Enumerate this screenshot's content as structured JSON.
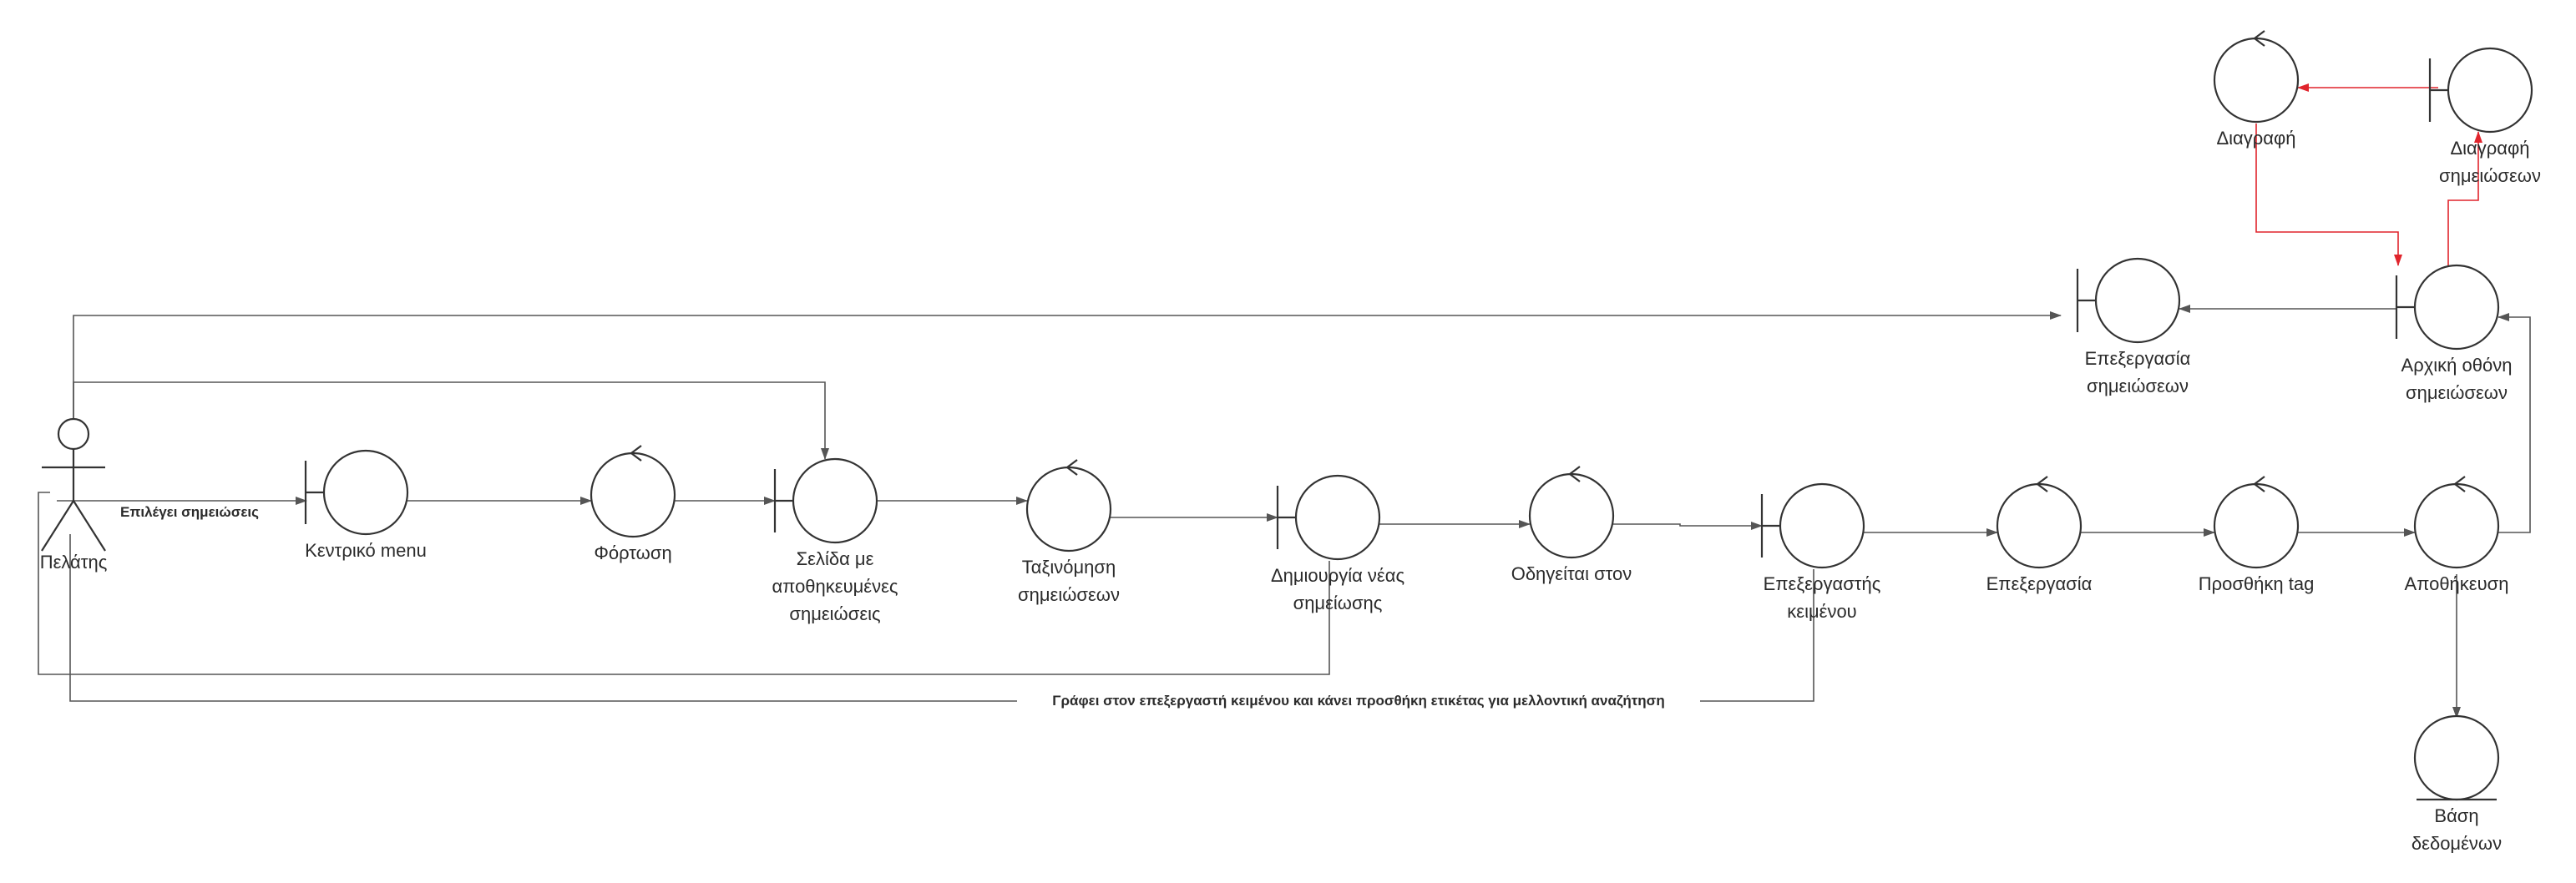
{
  "diagram": {
    "actor": {
      "label": "Πελάτης"
    },
    "nodes": {
      "main_menu": {
        "kind": "boundary",
        "label": [
          "Κεντρικό menu"
        ]
      },
      "load": {
        "kind": "control",
        "label": [
          "Φόρτωση"
        ]
      },
      "saved_notes_page": {
        "kind": "boundary",
        "label": [
          "Σελίδα με",
          "αποθηκευμένες",
          "σημειώσεις"
        ]
      },
      "sort_notes": {
        "kind": "control",
        "label": [
          "Ταξινόμηση",
          "σημειώσεων"
        ]
      },
      "create_note": {
        "kind": "boundary",
        "label": [
          "Δημιουργία νέας",
          "σημείωσης"
        ]
      },
      "guided_to": {
        "kind": "control",
        "label": [
          "Οδηγείται στον"
        ]
      },
      "text_editor": {
        "kind": "boundary",
        "label": [
          "Επεξεργαστής",
          "κειμένου"
        ]
      },
      "editing": {
        "kind": "control",
        "label": [
          "Επεξεργασία"
        ]
      },
      "add_tag": {
        "kind": "control",
        "label": [
          "Προσθήκη tag"
        ]
      },
      "save": {
        "kind": "control",
        "label": [
          "Αποθήκευση"
        ]
      },
      "database": {
        "kind": "entity",
        "label": [
          "Βάση",
          "δεδομένων"
        ]
      },
      "notes_home": {
        "kind": "boundary",
        "label": [
          "Αρχική οθόνη",
          "σημειώσεων"
        ]
      },
      "edit_notes": {
        "kind": "boundary",
        "label": [
          "Επεξεργασία",
          "σημειώσεων"
        ]
      },
      "delete_notes": {
        "kind": "boundary",
        "label": [
          "Διαγραφή",
          "σημειώσεων"
        ]
      },
      "delete": {
        "kind": "control",
        "label": [
          "Διαγραφή"
        ]
      }
    },
    "edge_labels": {
      "selects_notes": "Επιλέγει σημειώσεις",
      "writes_in_editor": "Γράφει στον επεξεργαστή κειμένου και κάνει προσθήκη ετικέτας για μελλοντική αναζήτηση"
    },
    "colors": {
      "line": "#555555",
      "shape_stroke": "#333333",
      "highlight": "#e0242c",
      "background": "#ffffff"
    }
  }
}
